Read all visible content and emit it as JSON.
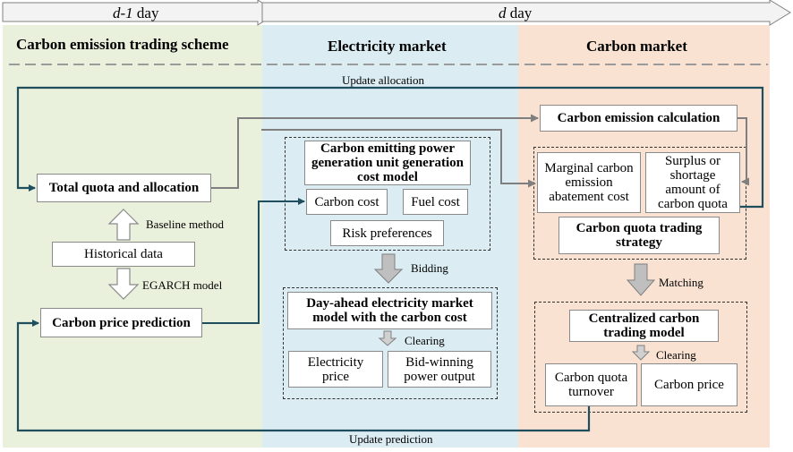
{
  "timeline": {
    "day_prev_italic": "d-1",
    "day_prev_suffix": " day",
    "day_cur_italic": "d",
    "day_cur_suffix": " day"
  },
  "panels": {
    "left_title": "Carbon emission trading scheme",
    "mid_title": "Electricity market",
    "right_title": "Carbon market"
  },
  "boxes": {
    "total_quota": "Total quota and allocation",
    "historical": "Historical data",
    "price_prediction": "Carbon price prediction",
    "cost_model": "Carbon emitting power generation unit generation cost model",
    "carbon_cost": "Carbon cost",
    "fuel_cost": "Fuel cost",
    "risk_pref": "Risk preferences",
    "dayahead_model": "Day-ahead electricity market model with the carbon cost",
    "elec_price": "Electricity price",
    "bid_output": "Bid-winning power output",
    "emission_calc": "Carbon emission calculation",
    "marginal_cost": "Marginal carbon emission abatement cost",
    "surplus": "Surplus or shortage amount of carbon quota",
    "trading_strategy": "Carbon quota trading strategy",
    "centralized_model": "Centralized carbon trading model",
    "quota_turnover": "Carbon quota turnover",
    "carbon_price": "Carbon price"
  },
  "labels": {
    "update_allocation": "Update allocation",
    "update_prediction": "Update prediction",
    "baseline": "Baseline method",
    "egarch": "EGARCH model",
    "bidding": "Bidding",
    "clearing_mid": "Clearing",
    "matching": "Matching",
    "clearing_right": "Clearing"
  },
  "colors": {
    "left_panel": "#e9f0dc",
    "mid_panel": "#dbecf3",
    "right_panel": "#f9e2d2",
    "teal_arrow": "#1f4e5f",
    "gray_arrow": "#7f7f7f",
    "block_arrow": "#bfbfbf"
  }
}
